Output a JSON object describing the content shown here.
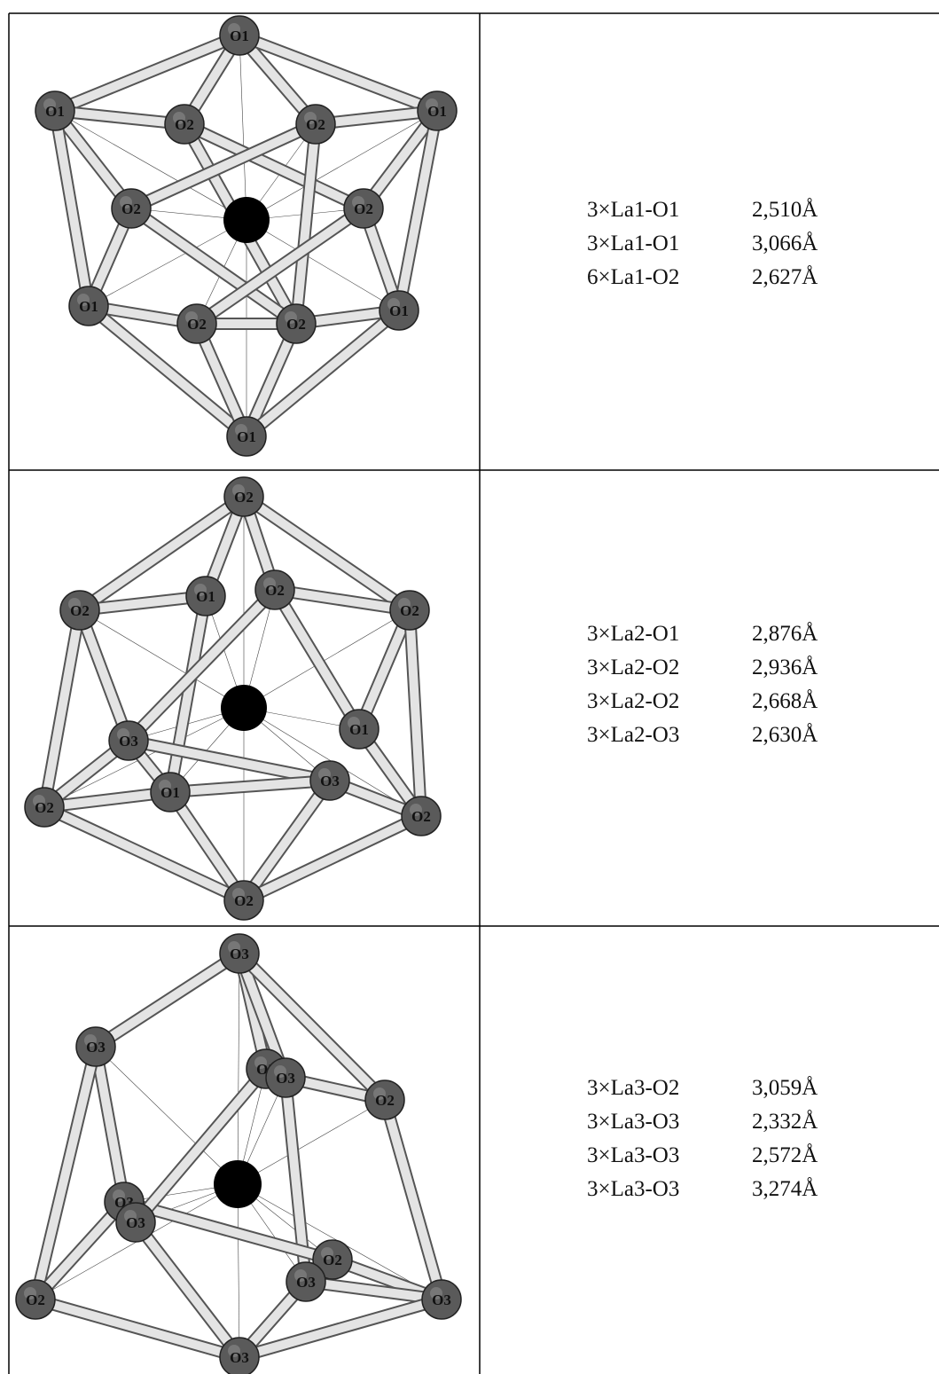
{
  "panels": [
    {
      "id": "la1",
      "bonds": [
        {
          "label": "3×La1-O1",
          "distance": "2,510Å"
        },
        {
          "label": "3×La1-O1",
          "distance": "3,066Å"
        },
        {
          "label": "6×La1-O2",
          "distance": "2,627Å"
        }
      ],
      "atoms": [
        "O1",
        "O1",
        "O2",
        "O2",
        "O1",
        "O2",
        "O2",
        "O1",
        "O2",
        "O2",
        "O1",
        "O1"
      ]
    },
    {
      "id": "la2",
      "bonds": [
        {
          "label": "3×La2-O1",
          "distance": "2,876Å"
        },
        {
          "label": "3×La2-O2",
          "distance": "2,936Å"
        },
        {
          "label": "3×La2-O2",
          "distance": "2,668Å"
        },
        {
          "label": "3×La2-O3",
          "distance": "2,630Å"
        }
      ],
      "atoms": [
        "O2",
        "O2",
        "O1",
        "O2",
        "O2",
        "O3",
        "O1",
        "O2",
        "O1",
        "O3",
        "O2",
        "O2"
      ]
    },
    {
      "id": "la3",
      "bonds": [
        {
          "label": "3×La3-O2",
          "distance": "3,059Å"
        },
        {
          "label": "3×La3-O3",
          "distance": "2,332Å"
        },
        {
          "label": "3×La3-O3",
          "distance": "2,572Å"
        },
        {
          "label": "3×La3-O3",
          "distance": "3,274Å"
        }
      ],
      "atoms": [
        "O3",
        "O3",
        "O2",
        "O3",
        "O2",
        "O3",
        "O3",
        "O2",
        "O3",
        "O3",
        "O2",
        "O3"
      ]
    }
  ],
  "colors": {
    "line": "#000000",
    "atom": "#5a5a5a",
    "center": "#000000",
    "bond": "#e4e4e4"
  }
}
